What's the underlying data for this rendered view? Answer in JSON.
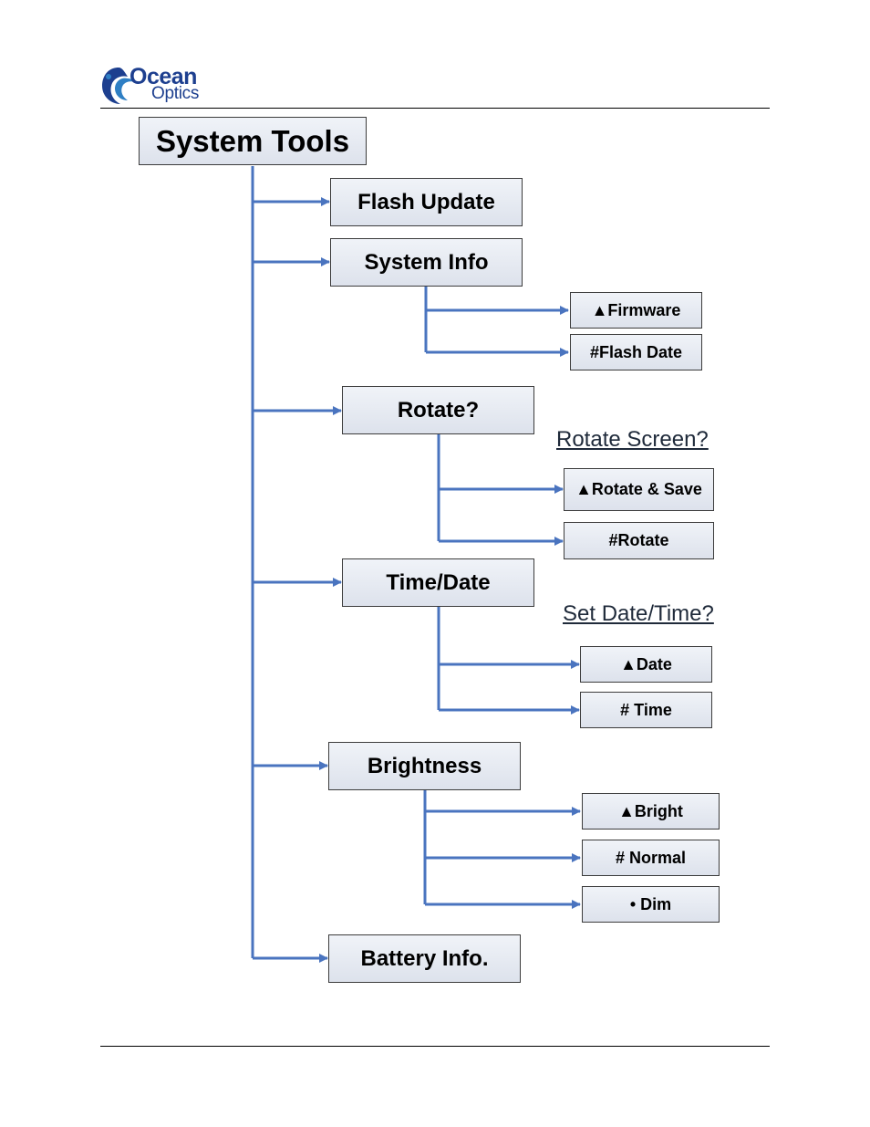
{
  "header": {
    "logo_word_1": "Ocean",
    "logo_word_2": "Optics"
  },
  "diagram": {
    "root": "System Tools",
    "flash_update": "Flash Update",
    "system_info": {
      "label": "System Info",
      "firmware": "▲Firmware",
      "flash_date": "#Flash Date"
    },
    "rotate": {
      "label": "Rotate?",
      "caption": "Rotate Screen?",
      "rotate_save": "▲Rotate & Save",
      "rotate_only": "#Rotate"
    },
    "time_date": {
      "label": "Time/Date",
      "caption": "Set Date/Time?",
      "date": "▲Date",
      "time": "# Time"
    },
    "brightness": {
      "label": "Brightness",
      "bright": "▲Bright",
      "normal": "# Normal",
      "dim": "• Dim"
    },
    "battery_info": "Battery Info.",
    "colors": {
      "connector": "#4a74bf",
      "box_border": "#3c3c3c"
    }
  }
}
